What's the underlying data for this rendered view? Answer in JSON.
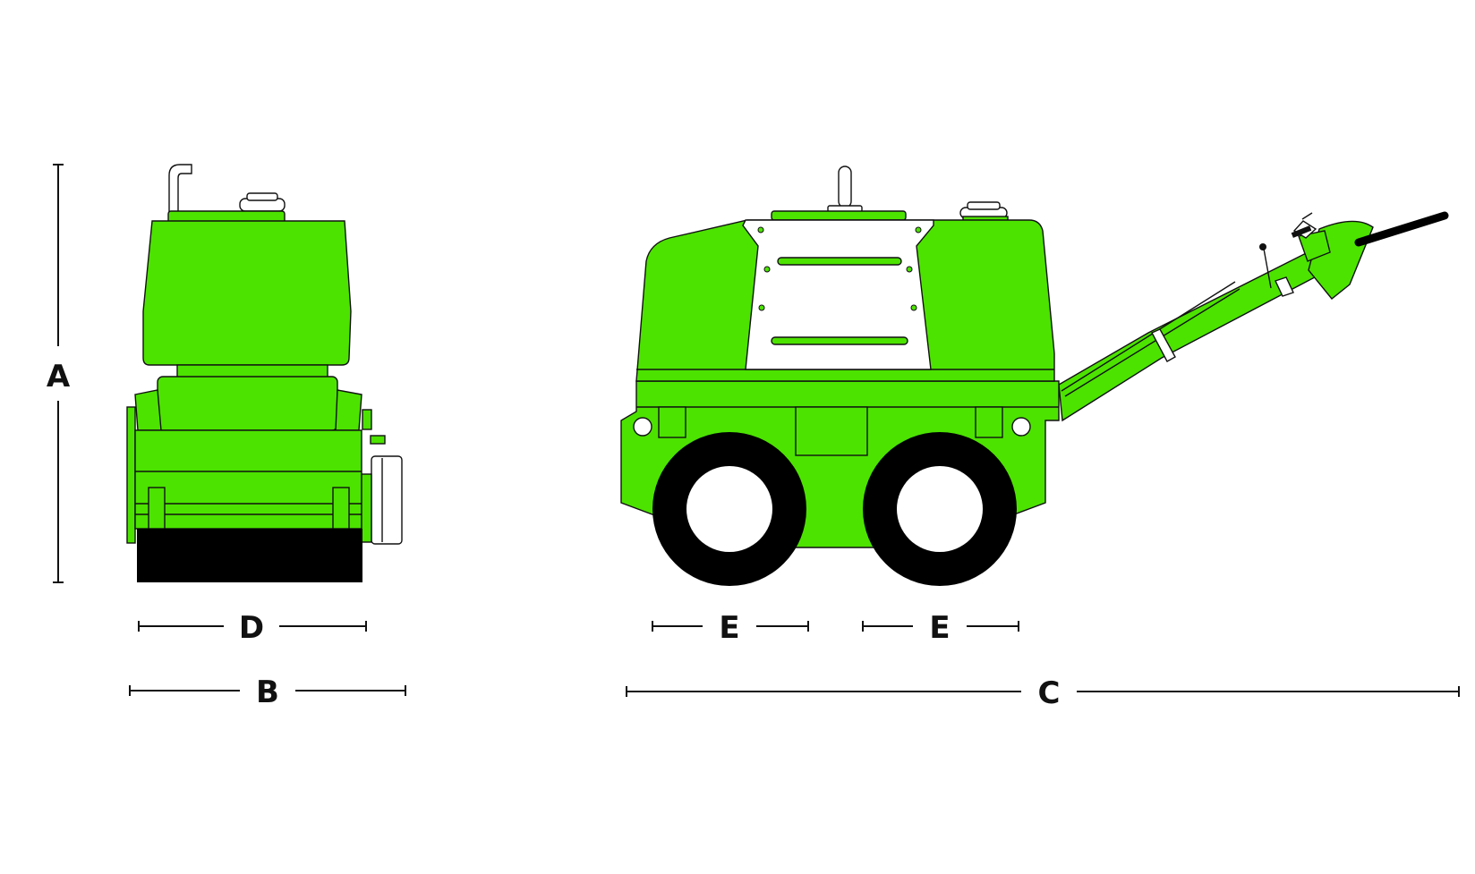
{
  "colors": {
    "body": "#4ce300",
    "outline": "#111111",
    "panel": "#ffffff",
    "tire": "#000000",
    "background": "#ffffff"
  },
  "dimensions": {
    "a": "A",
    "b": "B",
    "c": "C",
    "d": "D",
    "e_front": "E",
    "e_rear": "E"
  }
}
